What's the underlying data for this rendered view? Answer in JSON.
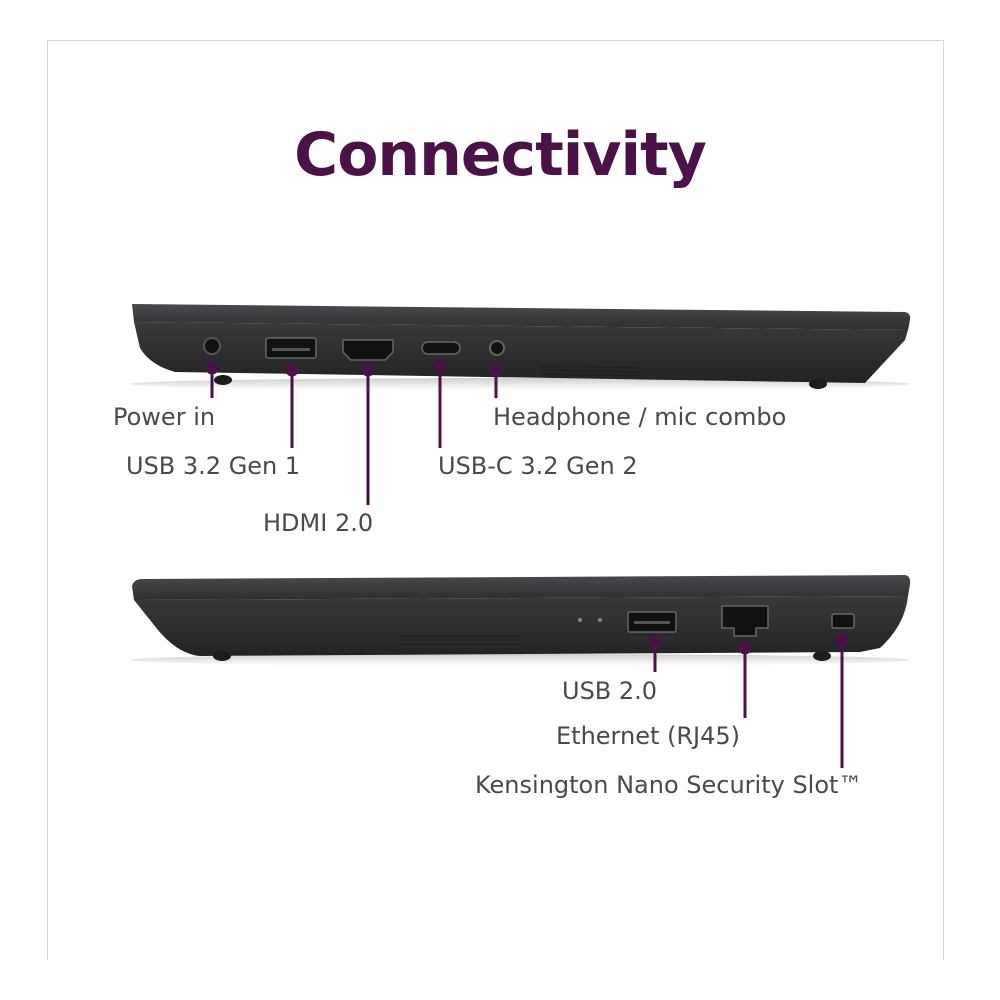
{
  "title": "Connectivity",
  "colors": {
    "accent": "#4b1248",
    "chassis_dark": "#2a2a2c",
    "chassis_mid": "#3a3a3d",
    "label_text": "#4a4a4a"
  },
  "left_side": {
    "ports": [
      {
        "id": "power-in",
        "label": "Power in"
      },
      {
        "id": "usb-32-gen1",
        "label": "USB 3.2 Gen 1"
      },
      {
        "id": "hdmi-20",
        "label": "HDMI 2.0"
      },
      {
        "id": "usb-c-32-gen2",
        "label": "USB-C 3.2 Gen 2"
      },
      {
        "id": "headphone-mic",
        "label": "Headphone / mic combo"
      }
    ]
  },
  "right_side": {
    "ports": [
      {
        "id": "usb-20",
        "label": "USB 2.0"
      },
      {
        "id": "ethernet",
        "label": "Ethernet (RJ45)"
      },
      {
        "id": "kensington",
        "label": "Kensington Nano Security Slot™"
      }
    ]
  }
}
